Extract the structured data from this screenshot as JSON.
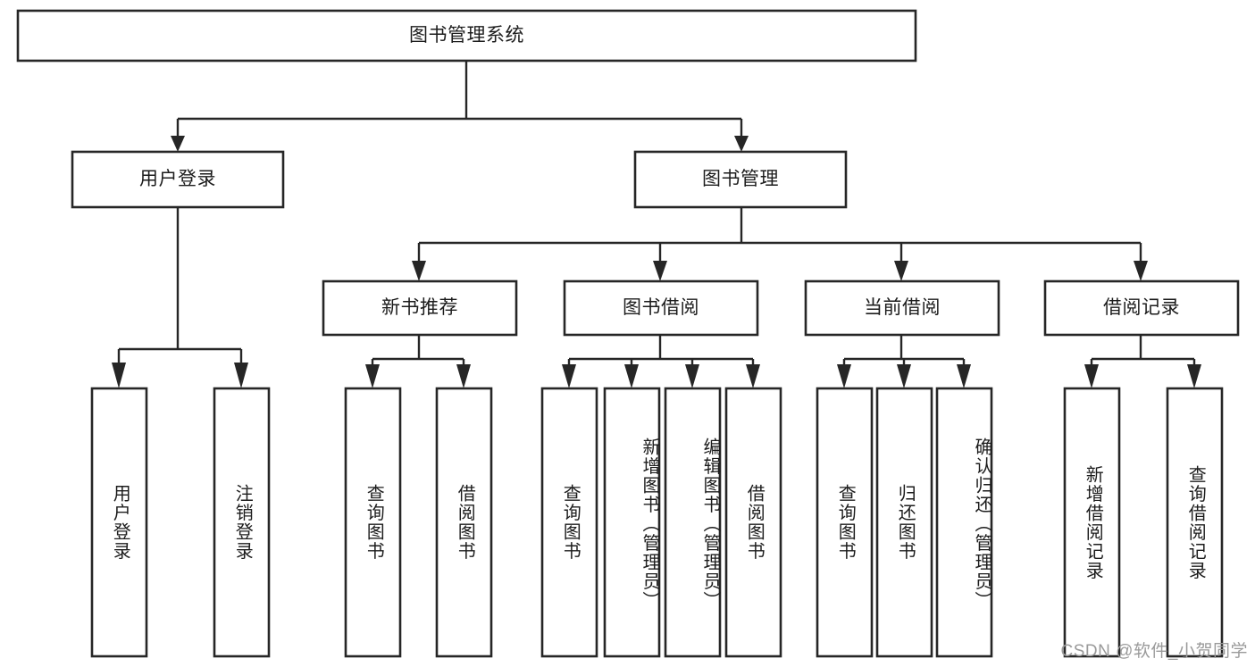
{
  "diagram": {
    "title": "图书管理系统",
    "type": "tree-hierarchy-chart",
    "watermark": "CSDN @软件_小贺同学",
    "root": {
      "label": "图书管理系统"
    },
    "level2": [
      {
        "label": "用户登录"
      },
      {
        "label": "图书管理"
      }
    ],
    "level3": [
      {
        "label": "新书推荐"
      },
      {
        "label": "图书借阅"
      },
      {
        "label": "当前借阅"
      },
      {
        "label": "借阅记录"
      }
    ],
    "leaves": {
      "user_login": [
        {
          "label": "用户登录"
        },
        {
          "label": "注销登录"
        }
      ],
      "new_book_recommend": [
        {
          "label": "查询图书"
        },
        {
          "label": "借阅图书"
        }
      ],
      "book_borrow": [
        {
          "label": "查询图书"
        },
        {
          "label": "新增图书（管理员）"
        },
        {
          "label": "编辑图书（管理员）"
        },
        {
          "label": "借阅图书"
        }
      ],
      "current_borrow": [
        {
          "label": "查询图书"
        },
        {
          "label": "归还图书"
        },
        {
          "label": "确认归还（管理员）"
        }
      ],
      "borrow_records": [
        {
          "label": "新增借阅记录"
        },
        {
          "label": "查询借阅记录"
        }
      ]
    },
    "colors": {
      "box_stroke": "#262626",
      "box_fill": "#ffffff",
      "text": "#1c1c1c",
      "watermark": "#9a9a9a",
      "background": "#ffffff"
    }
  }
}
